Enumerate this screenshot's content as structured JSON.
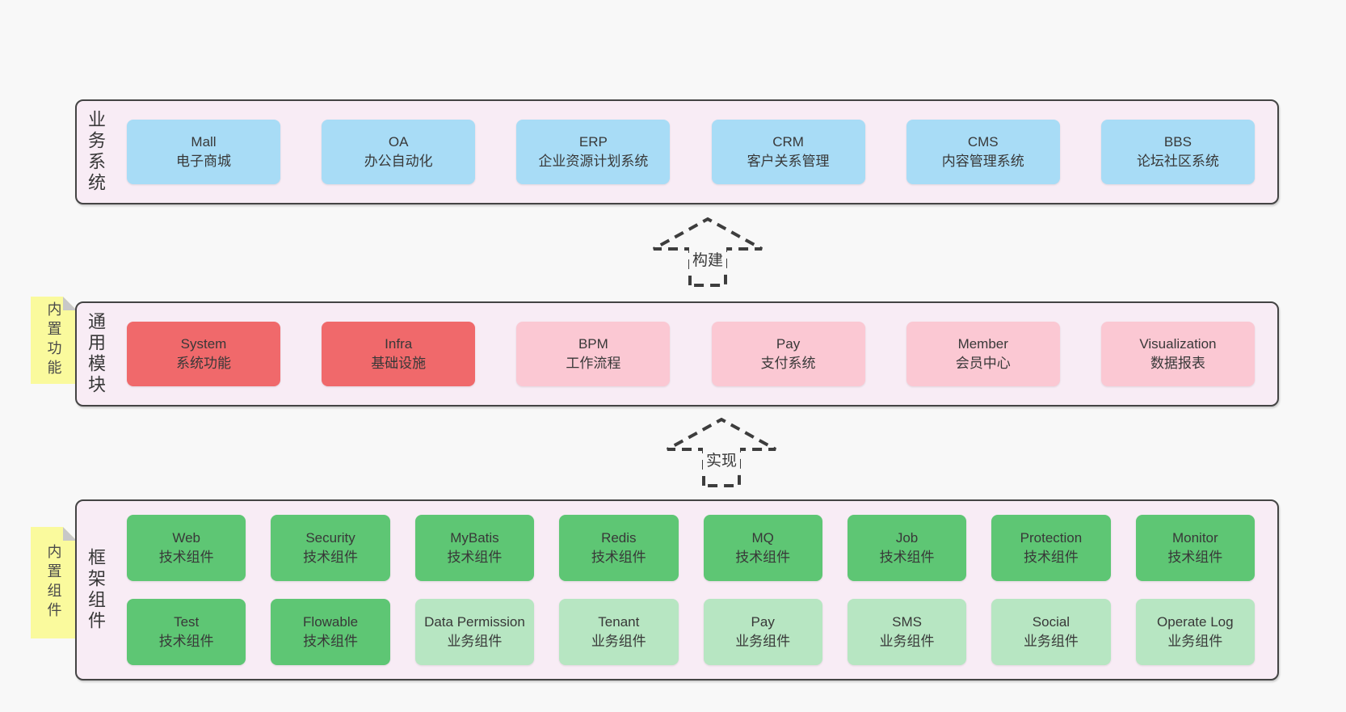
{
  "colors": {
    "page_bg": "#f8f8f8",
    "band_bg": "#f8ecf5",
    "band_border": "#444444",
    "text": "#383838",
    "blue": "#a8dcf6",
    "red": "#f0696b",
    "pink": "#fbc8d3",
    "green_dark": "#5ec674",
    "green_light": "#b7e6c2",
    "tag_yellow": "#fafa9d",
    "tag_fold": "#c8c8c8",
    "arrow": "#3d3d3d"
  },
  "arrows": [
    {
      "label": "构建"
    },
    {
      "label": "实现"
    }
  ],
  "bands": [
    {
      "id": "business-systems",
      "label": "业务系统",
      "boxes": [
        {
          "title": "Mall",
          "subtitle": "电子商城",
          "variant": "blue"
        },
        {
          "title": "OA",
          "subtitle": "办公自动化",
          "variant": "blue"
        },
        {
          "title": "ERP",
          "subtitle": "企业资源计划系统",
          "variant": "blue"
        },
        {
          "title": "CRM",
          "subtitle": "客户关系管理",
          "variant": "blue"
        },
        {
          "title": "CMS",
          "subtitle": "内容管理系统",
          "variant": "blue"
        },
        {
          "title": "BBS",
          "subtitle": "论坛社区系统",
          "variant": "blue"
        }
      ]
    },
    {
      "id": "common-modules",
      "label": "通用模块",
      "tag": "内置功能",
      "boxes": [
        {
          "title": "System",
          "subtitle": "系统功能",
          "variant": "red"
        },
        {
          "title": "Infra",
          "subtitle": "基础设施",
          "variant": "red"
        },
        {
          "title": "BPM",
          "subtitle": "工作流程",
          "variant": "pink"
        },
        {
          "title": "Pay",
          "subtitle": "支付系统",
          "variant": "pink"
        },
        {
          "title": "Member",
          "subtitle": "会员中心",
          "variant": "pink"
        },
        {
          "title": "Visualization",
          "subtitle": "数据报表",
          "variant": "pink"
        }
      ]
    },
    {
      "id": "framework-components",
      "label": "框架组件",
      "tag": "内置组件",
      "boxes": [
        {
          "title": "Web",
          "subtitle": "技术组件",
          "variant": "green-dark"
        },
        {
          "title": "Security",
          "subtitle": "技术组件",
          "variant": "green-dark"
        },
        {
          "title": "MyBatis",
          "subtitle": "技术组件",
          "variant": "green-dark"
        },
        {
          "title": "Redis",
          "subtitle": "技术组件",
          "variant": "green-dark"
        },
        {
          "title": "MQ",
          "subtitle": "技术组件",
          "variant": "green-dark"
        },
        {
          "title": "Job",
          "subtitle": "技术组件",
          "variant": "green-dark"
        },
        {
          "title": "Protection",
          "subtitle": "技术组件",
          "variant": "green-dark"
        },
        {
          "title": "Monitor",
          "subtitle": "技术组件",
          "variant": "green-dark"
        },
        {
          "title": "Test",
          "subtitle": "技术组件",
          "variant": "green-dark"
        },
        {
          "title": "Flowable",
          "subtitle": "技术组件",
          "variant": "green-dark"
        },
        {
          "title": "Data Permission",
          "subtitle": "业务组件",
          "variant": "green-light"
        },
        {
          "title": "Tenant",
          "subtitle": "业务组件",
          "variant": "green-light"
        },
        {
          "title": "Pay",
          "subtitle": "业务组件",
          "variant": "green-light"
        },
        {
          "title": "SMS",
          "subtitle": "业务组件",
          "variant": "green-light"
        },
        {
          "title": "Social",
          "subtitle": "业务组件",
          "variant": "green-light"
        },
        {
          "title": "Operate Log",
          "subtitle": "业务组件",
          "variant": "green-light"
        }
      ]
    }
  ]
}
